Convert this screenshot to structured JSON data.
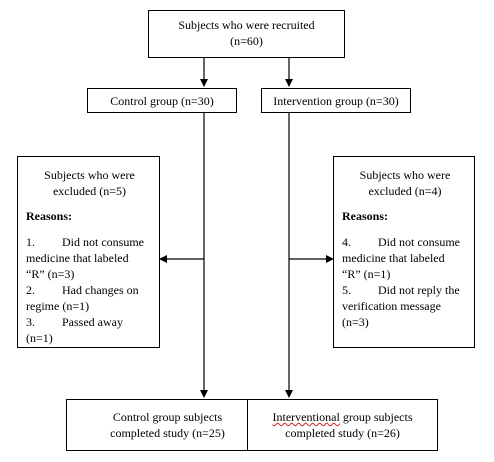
{
  "recruited": {
    "line1": "Subjects who were recruited",
    "line2": "(n=60)"
  },
  "control_group": {
    "label": "Control group (n=30)"
  },
  "intervention_group": {
    "label": "Intervention group (n=30)"
  },
  "excluded_control": {
    "title_line1": "Subjects who were",
    "title_line2": "excluded (n=5)",
    "reasons_header": "Reasons:",
    "items": [
      {
        "num": "1.",
        "line1": "Did not consume",
        "line2": "medicine that labeled",
        "line3": "“R” (n=3)"
      },
      {
        "num": "2.",
        "line1": "Had changes on",
        "line2": "regime (n=1)"
      },
      {
        "num": "3.",
        "line1": "Passed away",
        "line2": "(n=1)"
      }
    ]
  },
  "excluded_intervention": {
    "title_line1": "Subjects who were",
    "title_line2": "excluded (n=4)",
    "reasons_header": "Reasons:",
    "items": [
      {
        "num": "4.",
        "line1": "Did not consume",
        "line2": "medicine that labeled",
        "line3": "“R” (n=1)"
      },
      {
        "num": "5.",
        "line1": "Did not reply the",
        "line2": "verification message",
        "line3": "(n=3)"
      }
    ]
  },
  "control_completed": {
    "line1": "Control group subjects",
    "line2": "completed study (n=25)"
  },
  "intervention_completed": {
    "line1a": "Interventional",
    "line1b": " group subjects",
    "line2": "completed study (n=26)"
  }
}
